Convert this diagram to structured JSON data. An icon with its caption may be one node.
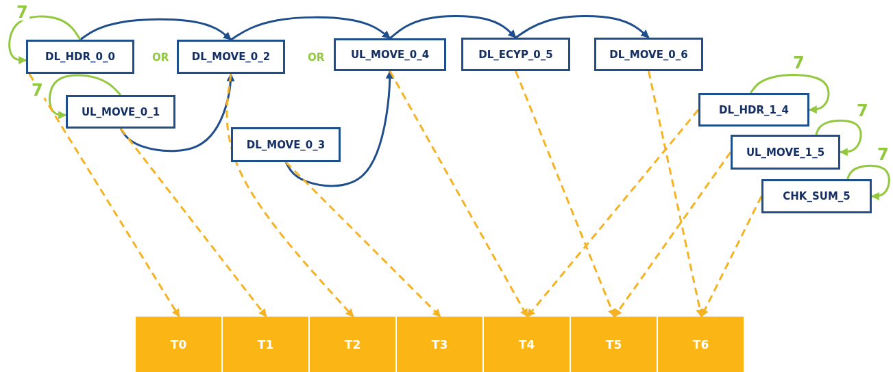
{
  "diagram": {
    "nodes": [
      {
        "text": [
          "DL_HDR_0_0"
        ]
      },
      {
        "text": [
          "DL_MOVE_0_2"
        ]
      },
      {
        "text": [
          "UL_MOVE_0_4"
        ]
      },
      {
        "text": [
          "DL_ECYP_0_5"
        ]
      },
      {
        "text": [
          "DL_MOVE_0_6"
        ]
      },
      {
        "text": [
          "UL_MOVE_0_1"
        ]
      },
      {
        "text": [
          "DL_MOVE_0_3"
        ]
      },
      {
        "text": [
          "DL_HDR_1_4"
        ]
      },
      {
        "text": [
          "UL_MOVE_1_5"
        ]
      },
      {
        "text": [
          "CHK_SUM_5"
        ]
      },
      {
        "text": [
          "T0"
        ]
      },
      {
        "text": [
          "T1"
        ]
      },
      {
        "text": [
          "T2"
        ]
      },
      {
        "text": [
          "T3"
        ]
      },
      {
        "text": [
          "T4"
        ]
      },
      {
        "text": [
          "T5"
        ]
      },
      {
        "text": [
          "T6"
        ]
      }
    ],
    "edges": [
      {
        "from": 0,
        "to": 1,
        "arrow": "to",
        "color": "#1f4e8c"
      },
      {
        "from": 1,
        "to": 2,
        "arrow": "to",
        "color": "#1f4e8c"
      },
      {
        "from": 2,
        "to": 3,
        "arrow": "to",
        "color": "#1f4e8c"
      },
      {
        "from": 3,
        "to": 4,
        "arrow": "to",
        "color": "#1f4e8c"
      },
      {
        "from": 5,
        "to": 1,
        "arrow": "to",
        "color": "#1f4e8c"
      },
      {
        "from": 6,
        "to": 2,
        "arrow": "to",
        "color": "#1f4e8c"
      },
      {
        "from": 0,
        "to": 0,
        "arrow": "to",
        "label": "7",
        "color": "#92c83e"
      },
      {
        "from": 5,
        "to": 5,
        "arrow": "to",
        "label": "7",
        "color": "#92c83e"
      },
      {
        "from": 7,
        "to": 7,
        "arrow": "to",
        "label": "7",
        "color": "#92c83e"
      },
      {
        "from": 8,
        "to": 8,
        "arrow": "to",
        "label": "7",
        "color": "#92c83e"
      },
      {
        "from": 9,
        "to": 9,
        "arrow": "to",
        "label": "7",
        "color": "#92c83e"
      },
      {
        "from": 0,
        "to": 10,
        "arrow": "to",
        "style": "dashed"
      },
      {
        "from": 5,
        "to": 11,
        "arrow": "to",
        "style": "dashed"
      },
      {
        "from": 1,
        "to": 12,
        "arrow": "to",
        "style": "dashed"
      },
      {
        "from": 6,
        "to": 13,
        "arrow": "to",
        "style": "dashed"
      },
      {
        "from": 2,
        "to": 14,
        "arrow": "to",
        "style": "dashed"
      },
      {
        "from": 3,
        "to": 15,
        "arrow": "to",
        "style": "dashed"
      },
      {
        "from": 4,
        "to": 16,
        "arrow": "to",
        "style": "dashed"
      },
      {
        "from": 7,
        "to": 14,
        "arrow": "to",
        "style": "dashed"
      },
      {
        "from": 8,
        "to": 15,
        "arrow": "to",
        "style": "dashed"
      },
      {
        "from": 9,
        "to": 16,
        "arrow": "to",
        "style": "dashed"
      }
    ],
    "labels": [
      "OR",
      "OR"
    ]
  }
}
